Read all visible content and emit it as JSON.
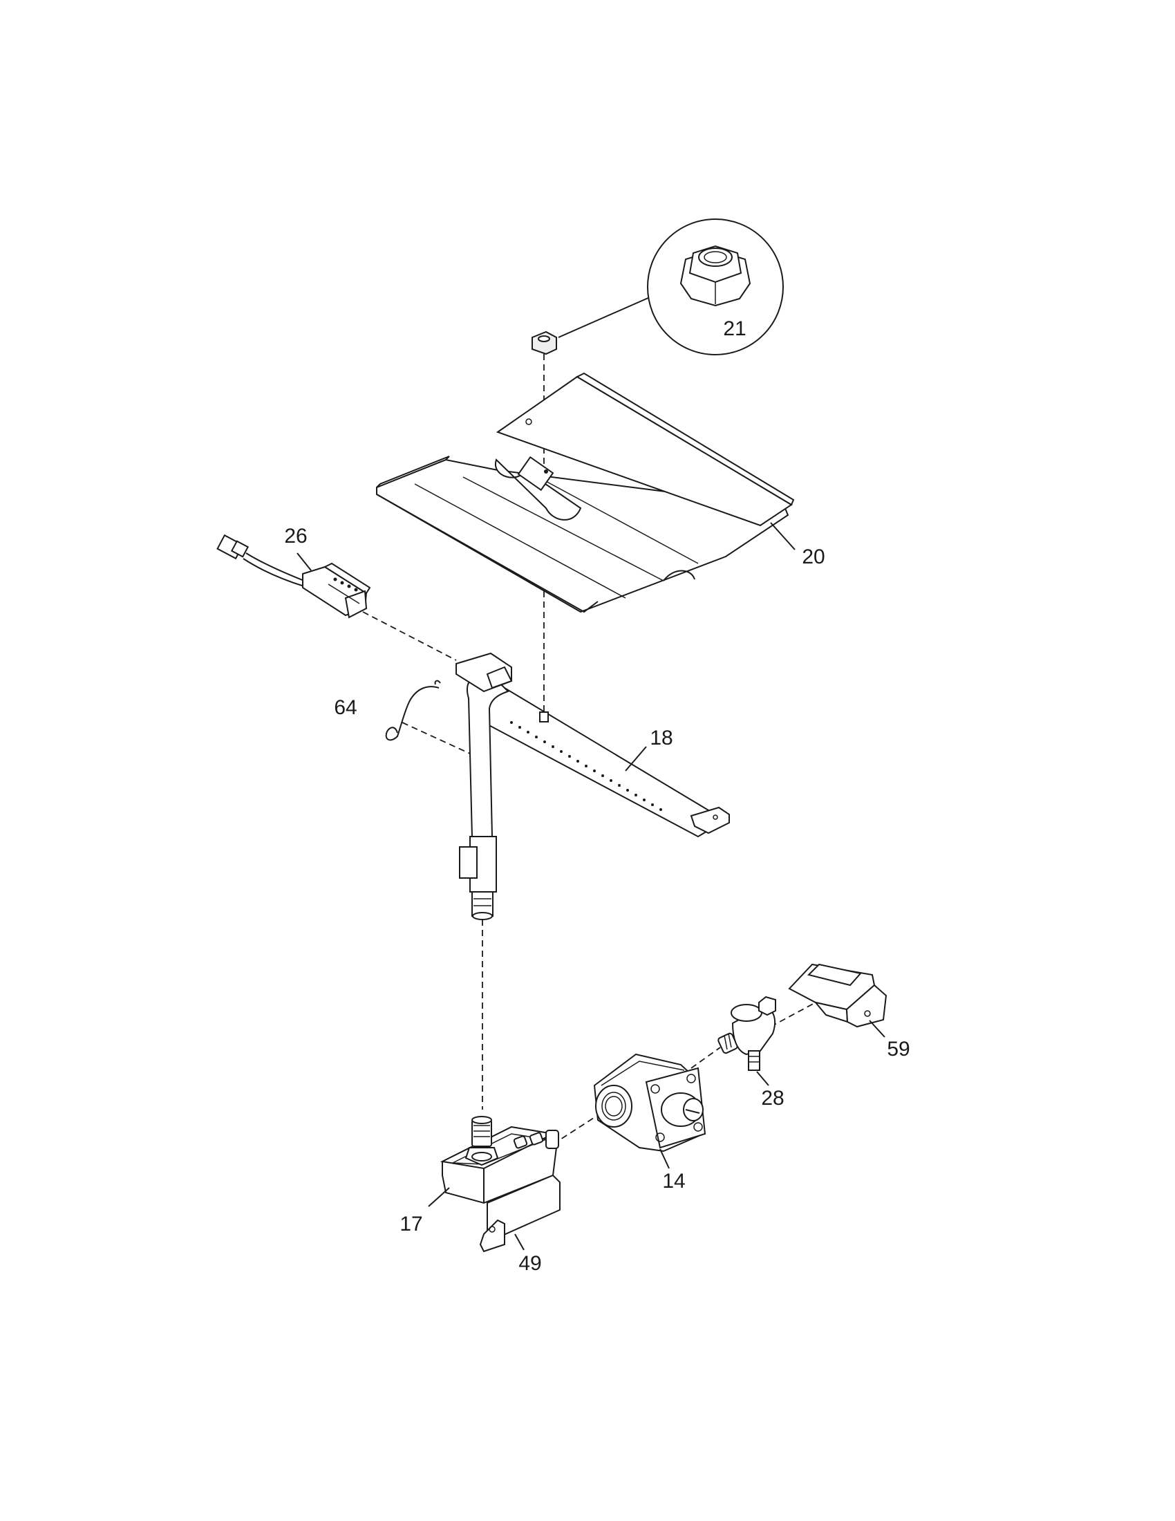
{
  "parts": [
    {
      "id": "p21",
      "number": "21",
      "icon": "flange-nut-icon"
    },
    {
      "id": "p20",
      "number": "20",
      "icon": "broil-burner-baffle-icon"
    },
    {
      "id": "p26",
      "number": "26",
      "icon": "igniter-icon"
    },
    {
      "id": "p64",
      "number": "64",
      "icon": "wire-clip-icon"
    },
    {
      "id": "p18",
      "number": "18",
      "icon": "broil-burner-tube-icon"
    },
    {
      "id": "p59",
      "number": "59",
      "icon": "mounting-bracket-icon"
    },
    {
      "id": "p28",
      "number": "28",
      "icon": "elbow-fitting-icon"
    },
    {
      "id": "p14",
      "number": "14",
      "icon": "gas-valve-icon"
    },
    {
      "id": "p17",
      "number": "17",
      "icon": "orifice-holder-icon"
    },
    {
      "id": "p49",
      "number": "49",
      "icon": "bracket-icon"
    }
  ]
}
